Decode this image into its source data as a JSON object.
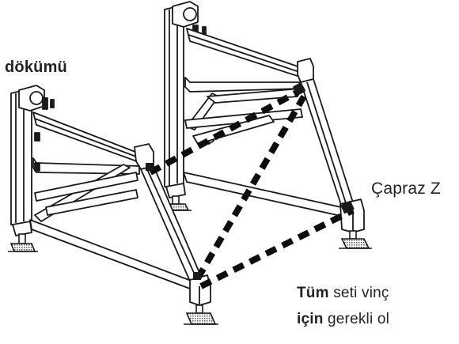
{
  "labels": {
    "dokumu": "dökümü",
    "capraz": "Çapraz Z",
    "line1_bold": "Tüm",
    "line1_rest": " seti vinç",
    "line2_bold": "için",
    "line2_rest": " gerekli ol"
  },
  "colors": {
    "frame_stroke": "#1a1a1a",
    "frame_fill": "#ffffff",
    "shade": "#c8c8c8",
    "brace": "#0d0d0d",
    "text": "#222222"
  }
}
